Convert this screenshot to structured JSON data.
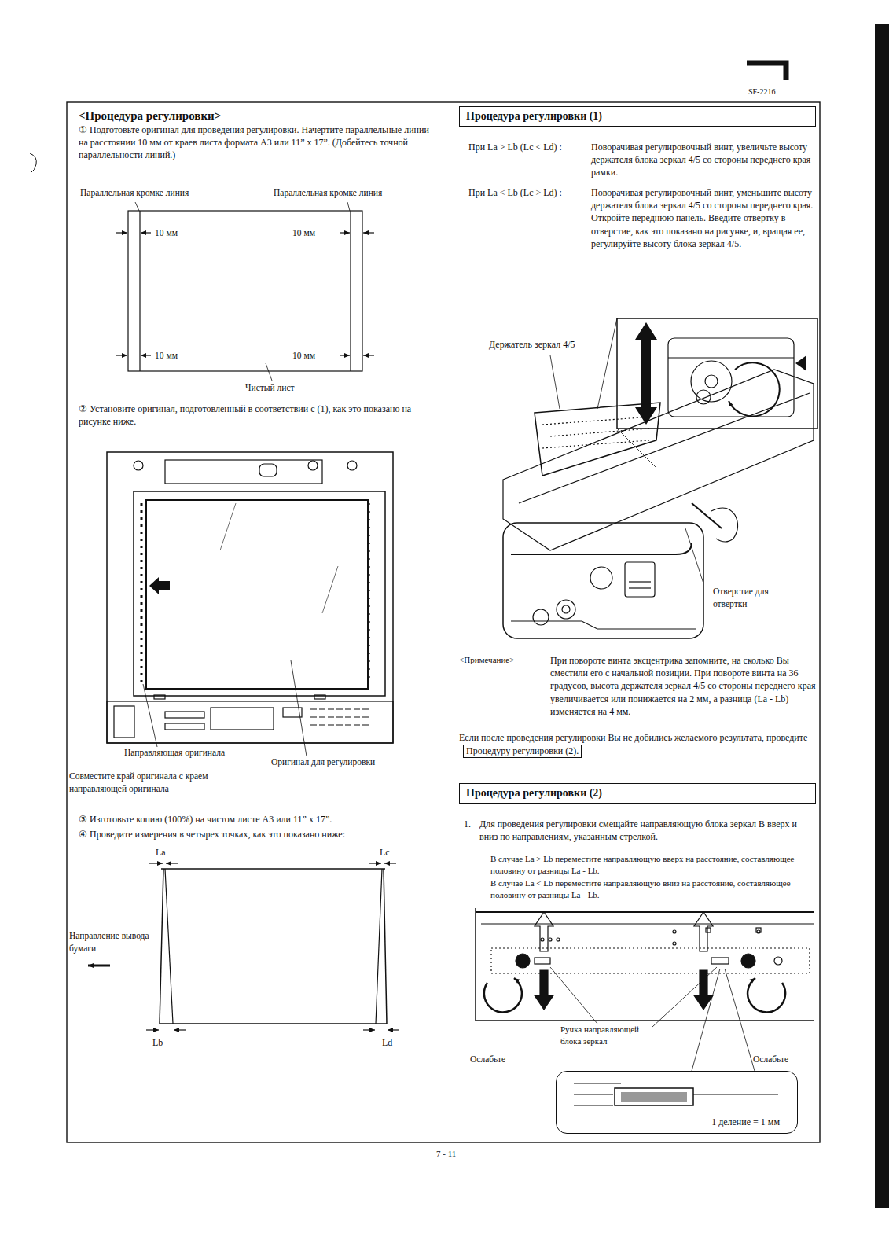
{
  "diagram": {
    "nodes": [
      {
        "text": [
          "Процедура регулировки (1)"
        ]
      },
      {
        "text": [
          "Процедуру регулировки (2)."
        ]
      },
      {
        "text": [
          "Процедура регулировки (2)"
        ]
      },
      {
        "text": [
          "1 деление = 1 мм"
        ]
      }
    ],
    "labels": [
      "SF-2216",
      "<Процедура регулировки>",
      "① Подготовьте оригинал для проведения регулировки. Начертите параллельные линии на расстоянии 10 мм от краев листа формата A3 или 11” x 17”. (Добейтесь точной параллельности линий.)",
      "Параллельная кромке линия",
      "Параллельная кромке линия",
      "10 мм",
      "10 мм",
      "10 мм",
      "10 мм",
      "Чистый лист",
      "② Установите оригинал, подготовленный в соответствии с (1), как это показано на рисунке ниже.",
      "Направляющая оригинала",
      "Оригинал для регулировки",
      "Совместите край оригинала с краем направляющей оригинала",
      "③ Изготовьте копию (100%) на чистом листе A3 или 11” x 17”.",
      "④ Проведите измерения в четырех точках, как это показано ниже:",
      "La",
      "Lc",
      "Направление вывода бумаги",
      "Lb",
      "Ld",
      "При La > Lb (Lc < Ld) :",
      "Поворачивая регулировочный винт, увеличьте высоту держателя блока зеркал 4/5 со стороны переднего края рамки.",
      "При La < Lb (Lc > Ld) :",
      "Поворачивая регулировочный винт, уменьшите высоту держателя блока зеркал 4/5 со стороны переднего края. Откройте переднюю панель. Введите отвертку в отверстие, как это показано на рисунке, и, вращая ее, регулируйте высоту блока зеркал 4/5.",
      "Держатель зеркал 4/5",
      "Отверстие для отвертки",
      "<Примечание>",
      "При повороте винта эксцентрика запомните, на сколько Вы сместили его с начальной позиции. При повороте винта на 36 градусов, высота держателя зеркал 4/5 со стороны переднего края увеличивается или понижается на 2 мм, а разница (La - Lb) изменяется на 4 мм.",
      "Если после проведения регулировки Вы не добились желаемого результата, проведите",
      "1.",
      "Для проведения регулировки смещайте направляющую блока зеркал B вверх и вниз по направлениям, указанным стрелкой.",
      "В случае La > Lb переместите направляющую вверх на расстояние, составляющее половину от разницы La - Lb.",
      "В случае La < Lb переместите направляющую вниз на расстояние, составляющее половину от разницы La - Lb.",
      "Ручка направляющей блока зеркал",
      "Ослабьте",
      "Ослабьте",
      "7 - 11"
    ]
  }
}
